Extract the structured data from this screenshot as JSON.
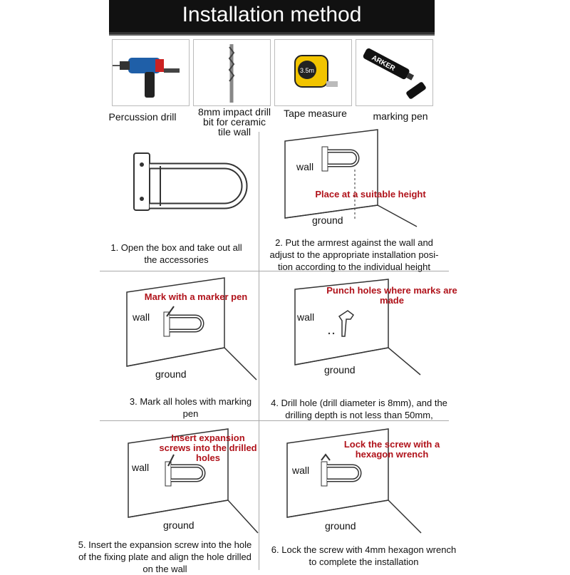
{
  "header": {
    "title": "Installation method"
  },
  "tools": [
    {
      "label": "Percussion drill",
      "icon": "percussion-drill-icon"
    },
    {
      "label_lines": [
        "8mm impact drill",
        "bit for ceramic",
        "tile wall"
      ],
      "icon": "drill-bit-icon"
    },
    {
      "label": "Tape measure",
      "icon": "tape-measure-icon",
      "tape_text": "3.5m"
    },
    {
      "label": "marking pen",
      "icon": "marker-pen-icon",
      "pen_text": "ARKER"
    }
  ],
  "scene_words": {
    "wall": "wall",
    "ground": "ground"
  },
  "steps": [
    {
      "caption_lines": [
        "1. Open the box and take out all",
        "the accessories"
      ]
    },
    {
      "caption_lines": [
        "2. Put the armrest against the wall and",
        "adjust to the appropriate installation posi-",
        "tion according to the individual height"
      ],
      "note": "Place at a suitable height"
    },
    {
      "caption_lines": [
        "3. Mark all holes with marking",
        "pen"
      ],
      "note": "Mark with a marker pen"
    },
    {
      "caption_lines": [
        "4. Drill hole (drill diameter is 8mm), and the",
        "drilling depth is not less than 50mm,"
      ],
      "note_lines": [
        "Punch holes where marks are",
        "made"
      ]
    },
    {
      "caption_lines": [
        "5. Insert the expansion screw into the hole",
        "of the fixing plate and align the hole drilled",
        "on the wall"
      ],
      "note_lines": [
        "Insert expansion",
        "screws into the drilled",
        "holes"
      ]
    },
    {
      "caption_lines": [
        "6. Lock the screw with 4mm hexagon wrench",
        "to complete the installation"
      ],
      "note_lines": [
        "Lock the screw with a",
        "hexagon wrench"
      ]
    }
  ],
  "colors": {
    "header_bg": "#111111",
    "note_red": "#b0121a"
  }
}
